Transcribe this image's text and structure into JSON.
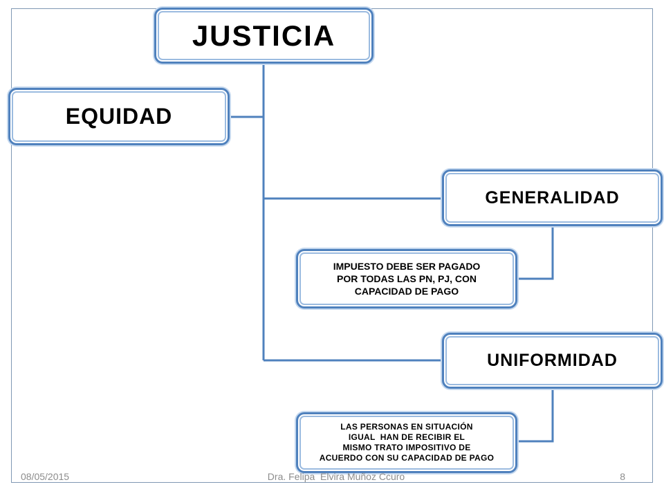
{
  "diagram": {
    "root": "JUSTICIA",
    "equidad": "EQUIDAD",
    "generalidad": "GENERALIDAD",
    "generalidad_desc": [
      "IMPUESTO DEBE SER PAGADO",
      "POR TODAS LAS PN, PJ, CON",
      "CAPACIDAD DE PAGO"
    ],
    "uniformidad": "UNIFORMIDAD",
    "uniformidad_desc": [
      "LAS PERSONAS EN SITUACIÓN",
      "IGUAL  HAN DE RECIBIR EL",
      "MISMO TRATO IMPOSITIVO DE",
      "ACUERDO CON SU CAPACIDAD DE PAGO"
    ]
  },
  "footer": {
    "date": "08/05/2015",
    "author": "Dra. Felipa  Elvira Muñoz Ccuro",
    "page": "8"
  },
  "colors": {
    "connector": "#4f81bd",
    "box_border": "#4f81bd",
    "footer_text": "#8c8c8c"
  }
}
